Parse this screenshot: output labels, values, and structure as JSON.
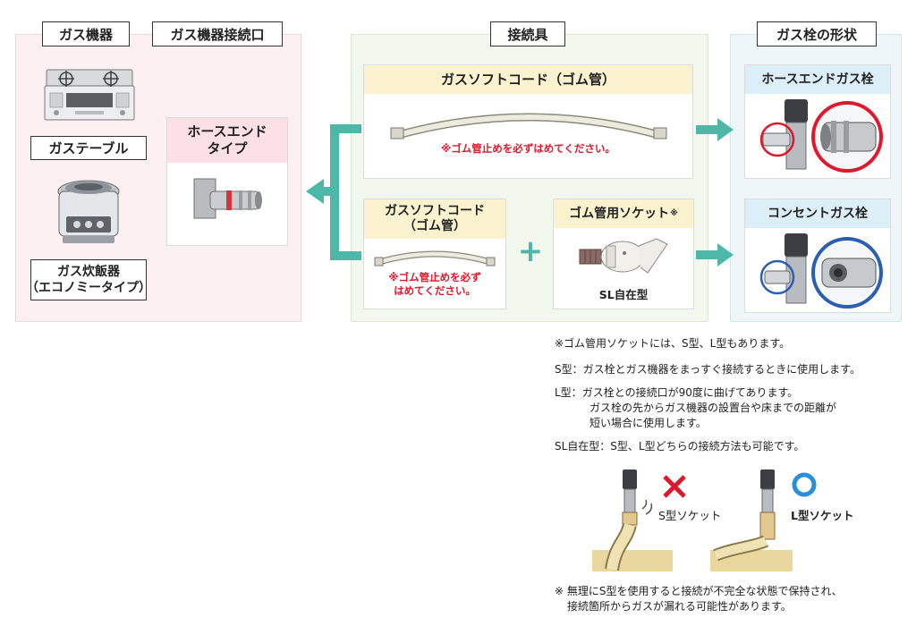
{
  "sections": {
    "appliance": "ガス機器",
    "inlet": "ガス機器接続口",
    "connector": "接続具",
    "valve": "ガス栓の形状"
  },
  "appliances": {
    "table": "ガステーブル",
    "rice_line1": "ガス炊飯器",
    "rice_line2": "（エコノミータイプ）"
  },
  "inlet_card": {
    "title_line1": "ホースエンド",
    "title_line2": "タイプ"
  },
  "cord_top": {
    "title": "ガスソフトコード（ゴム管）",
    "warning": "※ゴム管止めを必ずはめてください。"
  },
  "cord_bottom": {
    "title_line1": "ガスソフトコード",
    "title_line2": "（ゴム管）",
    "warning_line1": "※ゴム管止めを必ず",
    "warning_line2": "はめてください。"
  },
  "plus": "+",
  "socket": {
    "title": "ゴム管用ソケット",
    "mark": "※",
    "caption": "SL自在型"
  },
  "valves": {
    "hose_end": "ホースエンドガス栓",
    "concent": "コンセントガス栓"
  },
  "notes": {
    "line1": "※ゴム管用ソケットには、S型、L型もあります。",
    "s_label": "S型：",
    "s_text": "ガス栓とガス機器をまっすぐ接続するときに使用します。",
    "l_label": "L型：",
    "l_text1": "ガス栓との接続口が90度に曲げてあります。",
    "l_text2": "ガス栓の先からガス機器の設置台や床までの距離が",
    "l_text3": "短い場合に使用します。",
    "sl_text": "SL自在型：S型、L型どちらの接続方法も可能です。",
    "bottom1": "※ 無理にS型を使用すると接続が不完全な状態で保持され、",
    "bottom2": "接続箇所からガスが漏れる可能性があります。"
  },
  "examples": {
    "s_label": "S型ソケット",
    "l_label": "L型ソケット"
  },
  "colors": {
    "arrow": "#4db8a8",
    "cross": "#e0182d",
    "circle_ok": "#2a8fd6",
    "red_ring": "#e0182d",
    "blue_ring": "#2a5eb0"
  }
}
